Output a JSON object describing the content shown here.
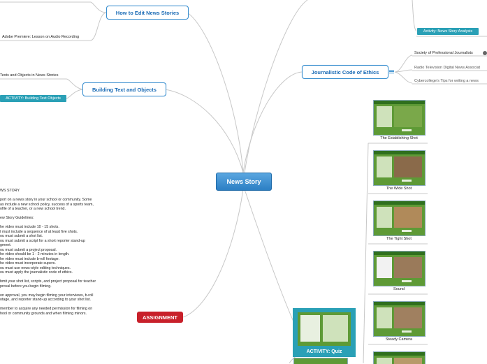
{
  "central": "News Story",
  "topics": {
    "edit": "How to Edit News Stories",
    "building": "Building Text and Objects",
    "ethics": "Journalistic Code of Ethics",
    "assignment": "ASSIGNMENT"
  },
  "edit_children": {
    "premiere": "Adobe Premiere: Lesson on Audio Recording"
  },
  "building_children": {
    "texts": "Texts and Objects in News Stories",
    "activity": "ACTIVITY: Building Text Objects"
  },
  "top_right": {
    "analysis": "Activity: News Story Analysis"
  },
  "ethics_children": {
    "spj": "Society of Professional Journalists",
    "rtdna": "Radio Television Digital News Associat",
    "cyber": "Cybercollege's Tips for writing a news"
  },
  "shots": [
    {
      "label": "The Establishing Shot"
    },
    {
      "label": "The Wide Shot"
    },
    {
      "label": "The Tight Shot"
    },
    {
      "label": "Sound"
    },
    {
      "label": "Steady Camera"
    }
  ],
  "quiz": "ACTIVITY: Quiz",
  "assignment_notes": "WS STORY\n\nport on a news story in your school or community. Some\nas include a new school policy, success of a sports team,\nofile of a teacher, or a new school trend.\n\new Story Guidelines:\n\nhe video must include 10 - 15 shots.\nt must include a sequence of at least five shots.\nou must submit a shot list.\nou must submit a script for a short reporter stand-up\ngment.\nou must submit a project proposal.\nhe video should be 1 - 2 minutes in length.\nhe video must include b-roll footage.\nhe video must incorporate supers.\nou must use news-style editing techniques.\nou must apply the journalistic code of ethics.\n\nbmit your shot list, scripts, and project proposal for teacher\nproval before you begin filming.\n\non approval, you may begin filming your interviews, b-roll\notage, and reporter stand-up according to your shot list.\n\nmember to acquire any needed permission for filming on\nhool or community grounds and when filming minors."
}
